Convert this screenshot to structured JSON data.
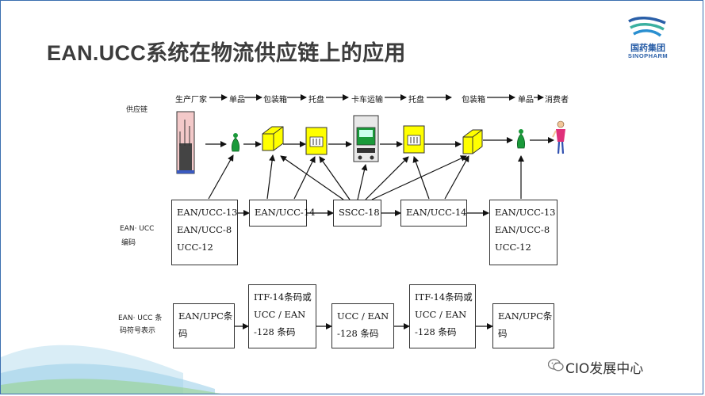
{
  "slide": {
    "title": "EAN.UCC系统在物流供应链上的应用",
    "logo": {
      "name_cn": "国药集团",
      "name_en": "SINOPHARM"
    },
    "watermark": "CIO发展中心"
  },
  "chain": {
    "stages": [
      "生产厂家",
      "单品",
      "包装箱",
      "托盘",
      "卡车运输",
      "托盘",
      "包装箱",
      "单品",
      "消费者"
    ],
    "row_labels": {
      "supply_chain": "供应链",
      "ean_ucc_code_1": "EAN· UCC",
      "ean_ucc_code_2": "编码",
      "barcode_1": "EAN· UCC 条",
      "barcode_2": "码符号表示"
    }
  },
  "codes": {
    "box1": [
      "EAN/UCC-13",
      "EAN/UCC-8",
      "UCC-12"
    ],
    "box2": [
      "EAN/UCC-14"
    ],
    "box3": [
      "SSCC-18"
    ],
    "box4": [
      "EAN/UCC-14"
    ],
    "box5": [
      "EAN/UCC-13",
      "EAN/UCC-8",
      "UCC-12"
    ]
  },
  "symbols": {
    "box1": [
      "EAN/UPC条",
      "码"
    ],
    "box2": [
      "ITF-14条码或",
      "UCC / EAN",
      "-128 条码"
    ],
    "box3": [
      "UCC / EAN",
      "-128 条码"
    ],
    "box4": [
      "ITF-14条码或",
      "UCC / EAN",
      "-128 条码"
    ],
    "box5": [
      "EAN/UPC条",
      "码"
    ]
  },
  "colors": {
    "title": "#3c3c3c",
    "brand": "#2a5fa8",
    "pallet": "#ffff00",
    "product": "#1a9a3a",
    "border": "#3b6fb0"
  }
}
